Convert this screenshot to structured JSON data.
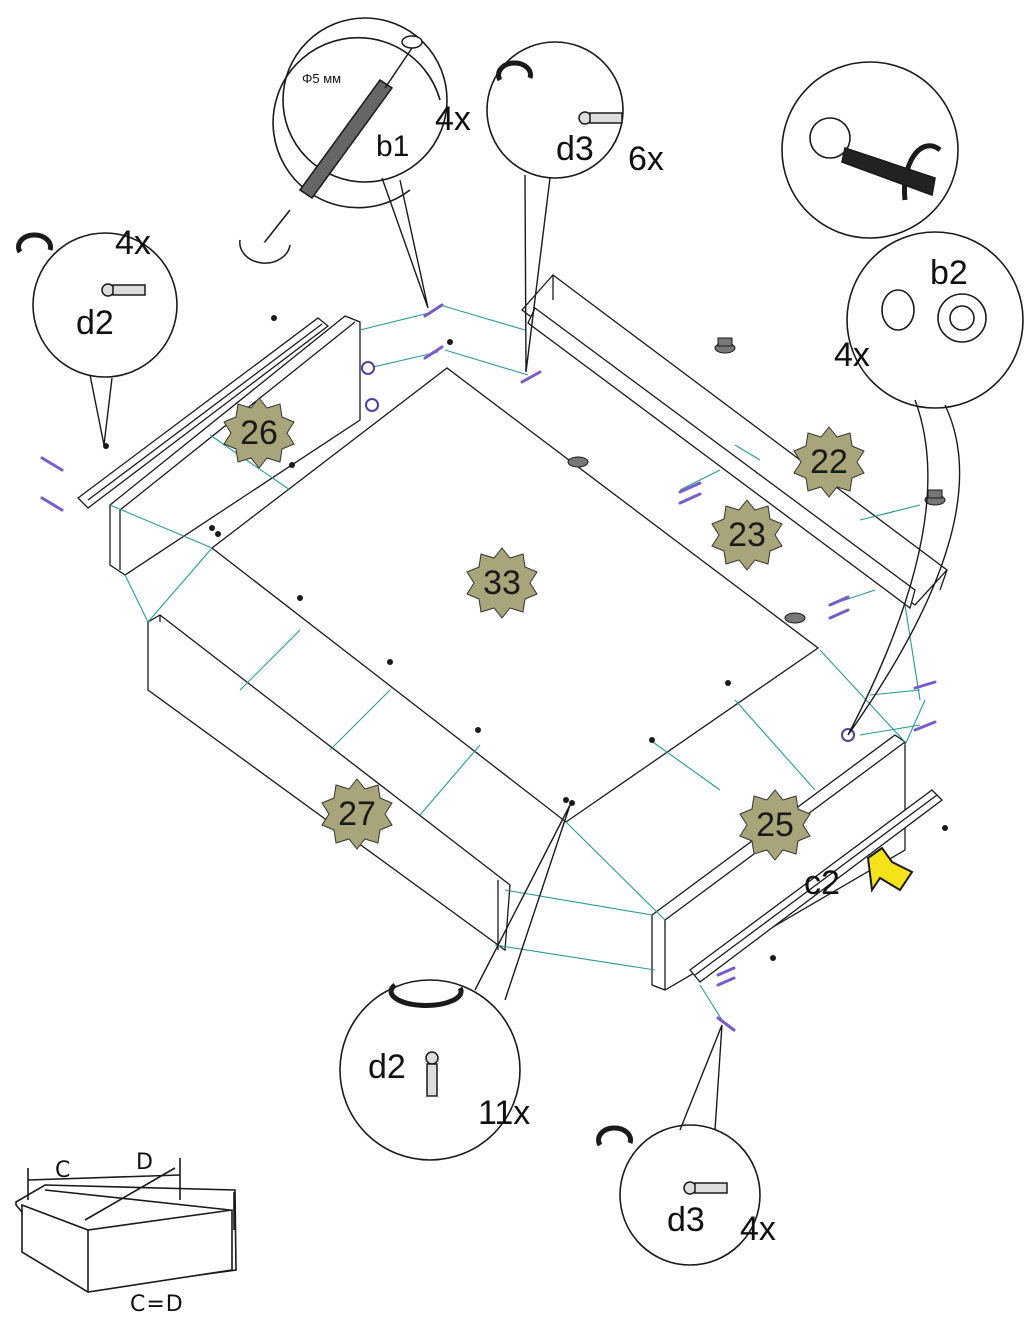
{
  "colors": {
    "line": "#1a1a1a",
    "guide": "#2a9a9a",
    "badge_fill": "#a9a57a",
    "screw_purple": "#7a5cc8",
    "arrow_yellow": "#f4e21a"
  },
  "panels": {
    "p26": "26",
    "p22": "22",
    "p23": "23",
    "p33": "33",
    "p27": "27",
    "p25": "25"
  },
  "callouts": {
    "b1": {
      "diameter": "Φ5 мм",
      "part": "b1",
      "qty": "4x"
    },
    "d3_top": {
      "part": "d3",
      "qty": "6x"
    },
    "d2_left": {
      "part": "d2",
      "qty": "4x"
    },
    "b2": {
      "part": "b2",
      "qty": "4x"
    },
    "d2_bottom": {
      "part": "d2",
      "qty": "11x"
    },
    "d3_bottom": {
      "part": "d3",
      "qty": "4x"
    },
    "c2": {
      "part": "c2"
    }
  },
  "check": {
    "c": "C",
    "d": "D",
    "equation": "C=D"
  },
  "icons": [
    "screwdriver-icon",
    "rotation-arrow-icon",
    "cam-lock-icon",
    "dowel-icon",
    "screw-icon",
    "drawer-slide-icon",
    "pointer-arrow-icon"
  ]
}
